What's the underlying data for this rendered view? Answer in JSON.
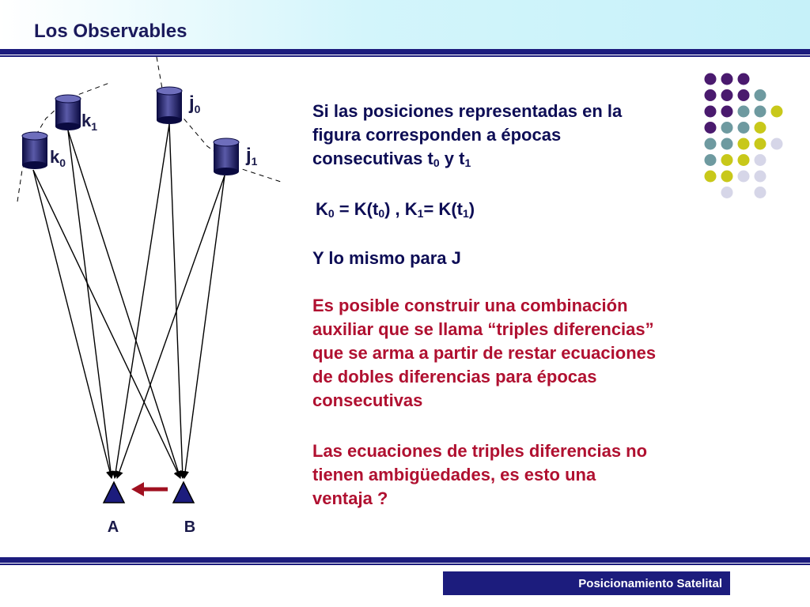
{
  "header": {
    "title": "Los Observables"
  },
  "footer": {
    "label": "Posicionamiento Satelital"
  },
  "diagram": {
    "satellites": {
      "k1": {
        "base": "k",
        "sub": "1"
      },
      "k0": {
        "base": "k",
        "sub": "0"
      },
      "j0": {
        "base": "j",
        "sub": "0"
      },
      "j1": {
        "base": "j",
        "sub": "1"
      }
    },
    "receivers": {
      "a": "A",
      "b": "B"
    }
  },
  "text": {
    "p1": {
      "a": "Si las posiciones representadas en la",
      "b": "figura corresponden a épocas",
      "c": "consecutivas t",
      "c_sub0": "0",
      "c_mid": " y t",
      "c_sub1": "1"
    },
    "p2": {
      "a": "K",
      "a_sub": "0",
      "b": " = K(t",
      "b_sub": "0",
      "c": ") , K",
      "c_sub": "1",
      "d": "= K(t",
      "d_sub": "1",
      "e": ")"
    },
    "p3": "Y lo mismo para J",
    "p4": [
      "Es posible construir una combinación",
      "auxiliar que se llama “triples diferencias”",
      "que se arma a partir de restar ecuaciones",
      "de dobles diferencias para épocas",
      "consecutivas"
    ],
    "p5": [
      "Las ecuaciones de triples diferencias no",
      "tienen ambigüedades, es esto una",
      "ventaja ?"
    ]
  },
  "colors": {
    "navy": "#1c1c7d",
    "dark_text": "#0d0d55",
    "red_text": "#b01030",
    "arrow_red": "#a01020",
    "dot_purple": "#4a1a6e",
    "dot_teal": "#6e9aa0",
    "dot_yellow": "#c8c81a",
    "dot_lavender": "#d6d6e8"
  },
  "decor": {
    "dots": [
      [
        "purple",
        "purple",
        "purple",
        null,
        null
      ],
      [
        "purple",
        "purple",
        "purple",
        "teal",
        null
      ],
      [
        "purple",
        "purple",
        "teal",
        "teal",
        "yellow"
      ],
      [
        "purple",
        "teal",
        "teal",
        "yellow",
        null
      ],
      [
        "teal",
        "teal",
        "yellow",
        "yellow",
        "lavender"
      ],
      [
        "teal",
        "yellow",
        "yellow",
        "lavender",
        null
      ],
      [
        "yellow",
        "yellow",
        "lavender",
        "lavender",
        null
      ],
      [
        null,
        "lavender",
        null,
        "lavender",
        null
      ]
    ]
  }
}
